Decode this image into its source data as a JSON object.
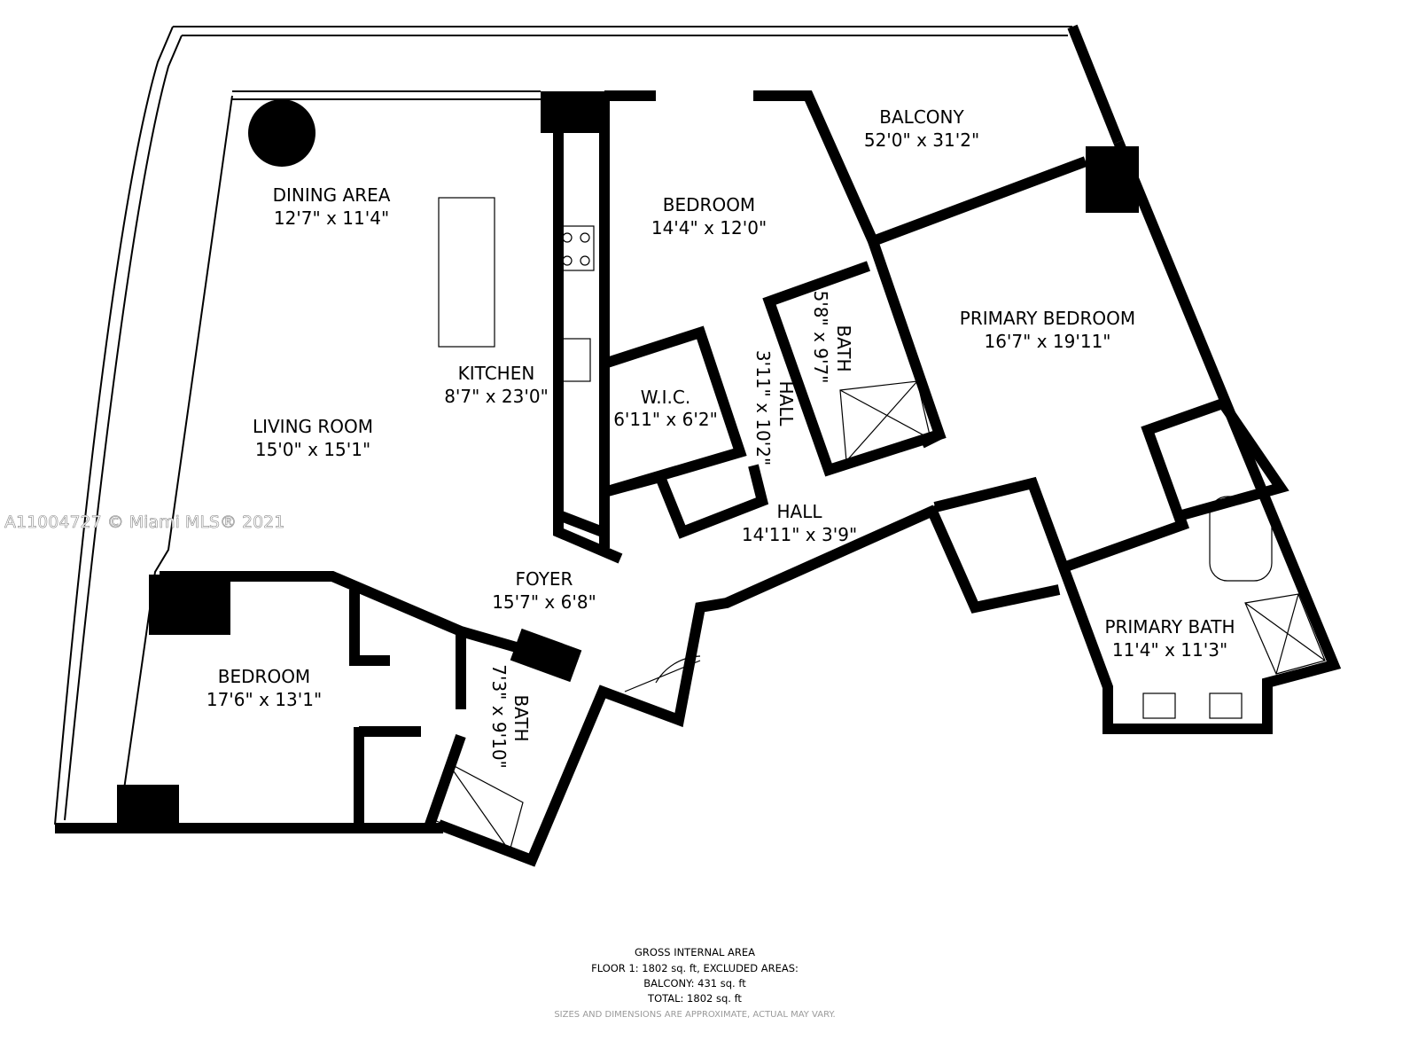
{
  "rooms": {
    "balcony": {
      "name": "BALCONY",
      "dims": "52'0\" x 31'2\""
    },
    "dining": {
      "name": "DINING AREA",
      "dims": "12'7\" x 11'4\""
    },
    "kitchen": {
      "name": "KITCHEN",
      "dims": "8'7\" x 23'0\""
    },
    "living": {
      "name": "LIVING ROOM",
      "dims": "15'0\" x 15'1\""
    },
    "bedroom1": {
      "name": "BEDROOM",
      "dims": "14'4\" x 12'0\""
    },
    "wic": {
      "name": "W.I.C.",
      "dims": "6'11\" x 6'2\""
    },
    "hall_vertical": {
      "name": "HALL",
      "dims": "3'11\" x 10'2\""
    },
    "bath1": {
      "name": "BATH",
      "dims": "5'8\" x 9'7\""
    },
    "primary_bedroom": {
      "name": "PRIMARY BEDROOM",
      "dims": "16'7\" x 19'11\""
    },
    "hall": {
      "name": "HALL",
      "dims": "14'11\" x 3'9\""
    },
    "foyer": {
      "name": "FOYER",
      "dims": "15'7\" x 6'8\""
    },
    "bedroom2": {
      "name": "BEDROOM",
      "dims": "17'6\" x 13'1\""
    },
    "bath2": {
      "name": "BATH",
      "dims": "7'3\" x 9'10\""
    },
    "primary_bath": {
      "name": "PRIMARY BATH",
      "dims": "11'4\" x 11'3\""
    }
  },
  "watermark": "A11004727 © Miami MLS® 2021",
  "footer": {
    "title": "GROSS INTERNAL AREA",
    "floor": "FLOOR 1: 1802 sq. ft, EXCLUDED AREAS:",
    "balcony": "BALCONY: 431 sq. ft",
    "total": "TOTAL: 1802 sq. ft",
    "disclaimer": "SIZES AND DIMENSIONS ARE APPROXIMATE, ACTUAL MAY VARY."
  }
}
